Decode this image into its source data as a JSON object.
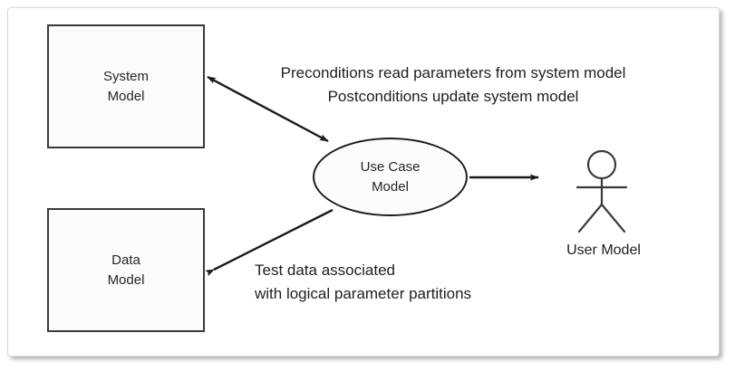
{
  "diagram": {
    "type": "uml-use-case-relationship-diagram",
    "nodes": {
      "system_model": {
        "label": "System\nModel",
        "shape": "rectangle"
      },
      "data_model": {
        "label": "Data\nModel",
        "shape": "rectangle"
      },
      "use_case_model": {
        "label": "Use Case\nModel",
        "shape": "ellipse"
      },
      "user_model": {
        "label": "User Model",
        "shape": "actor"
      }
    },
    "edge_labels": {
      "system_relation": "Preconditions read parameters from system model\nPostconditions update system model",
      "data_relation": "Test data associated\nwith logical parameter partitions"
    },
    "icons": {
      "actor": "stick-figure-actor-icon"
    },
    "colors": {
      "node_stroke": "#3a3a3a",
      "ellipse_stroke": "#1c1c1c",
      "edge_stroke": "#1a1a1a",
      "node_fill": "#fbfbfb",
      "text": "#1f1f1f",
      "frame_border": "#d9d9d9",
      "background": "#ffffff"
    }
  }
}
